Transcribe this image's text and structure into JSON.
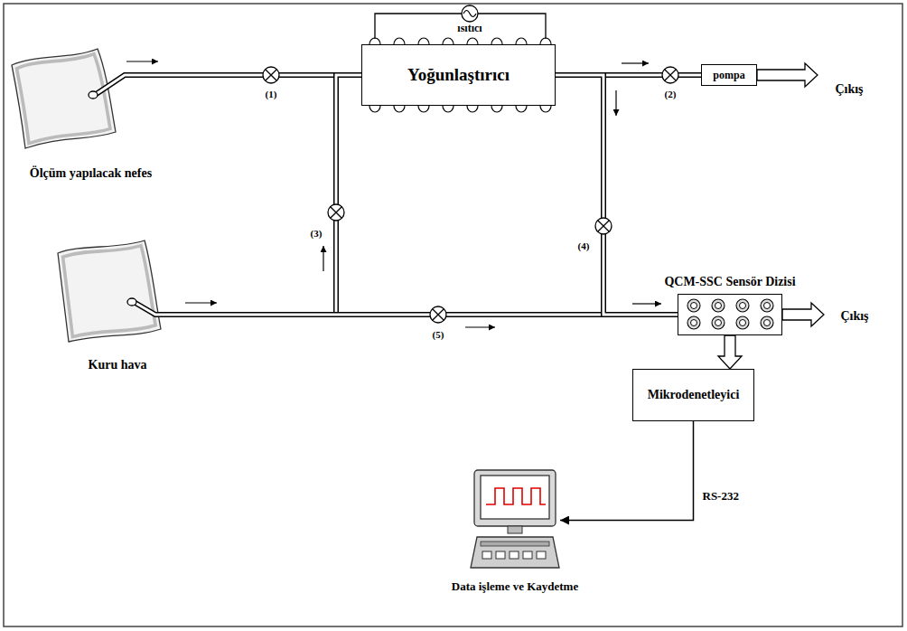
{
  "diagram": {
    "nodes": [
      {
        "text": [
          "Ölçüm yapılacak nefes"
        ]
      },
      {
        "text": [
          "Kuru hava"
        ]
      },
      {
        "text": [
          "Yoğunlaştırıcı"
        ]
      },
      {
        "text": [
          "pompa"
        ]
      },
      {
        "text": [
          "QCM-SSC Sensör Dizisi"
        ]
      },
      {
        "text": [
          "Mikrodenetleyici"
        ]
      },
      {
        "text": [
          "Data işleme ve Kaydetme"
        ]
      }
    ],
    "edges": [
      {
        "from": 0,
        "to": 2,
        "arrow": "none"
      },
      {
        "from": 1,
        "to": 2,
        "arrow": "none"
      },
      {
        "from": 1,
        "to": 4,
        "arrow": "none"
      },
      {
        "from": 2,
        "to": 3,
        "arrow": "none"
      },
      {
        "from": 2,
        "to": 4,
        "arrow": "none"
      },
      {
        "from": 4,
        "to": 5,
        "arrow": "to"
      },
      {
        "from": 5,
        "to": 6,
        "arrow": "to",
        "label": "RS-232"
      }
    ],
    "labels": [
      "ısıtıcı",
      "(1)",
      "(2)",
      "(3)",
      "(4)",
      "(5)",
      "Çıkış",
      "Çıkış"
    ]
  }
}
